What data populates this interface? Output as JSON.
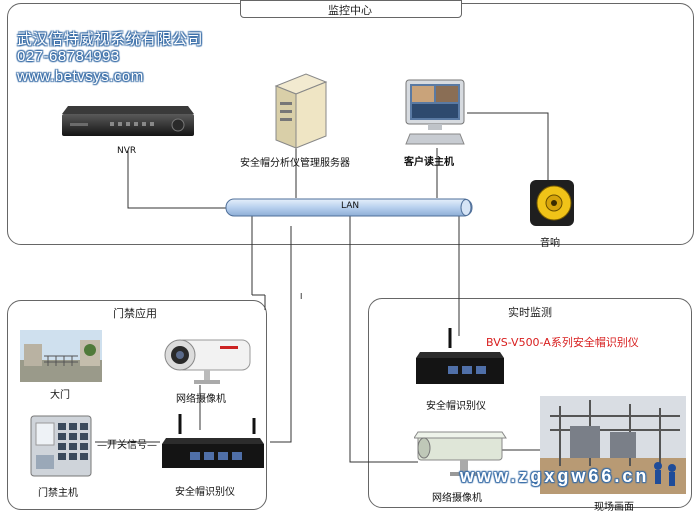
{
  "watermark": {
    "company": "武汉倍特威视系统有限公司",
    "phone": "027-68784993",
    "website": "www.betvsys.com"
  },
  "monitor_center": {
    "title": "监控中心",
    "nvr_label": "NVR",
    "server_label": "安全帽分析仪管理服务器",
    "client_label": "客户读主机",
    "lan_label": "LAN",
    "speaker_label": "音响"
  },
  "access_control": {
    "title": "门禁应用",
    "gate_label": "大门",
    "camera_label": "网络摄像机",
    "controller_label": "门禁主机",
    "signal_label": "开关信号",
    "recognizer_label": "安全帽识别仪"
  },
  "realtime": {
    "title": "实时监测",
    "product_label": "BVS-V500-A系列安全帽识别仪",
    "recognizer_label": "安全帽识别仪",
    "camera_label": "网络摄像机",
    "scene_label": "现场画面"
  },
  "misc_mark": "I",
  "bottom_watermark": "www.zgxgw66.cn",
  "colors": {
    "product_label": "#d81e1e",
    "lan_bus": "#b8d0ee",
    "watermark_outline": "#3a6ea8"
  }
}
